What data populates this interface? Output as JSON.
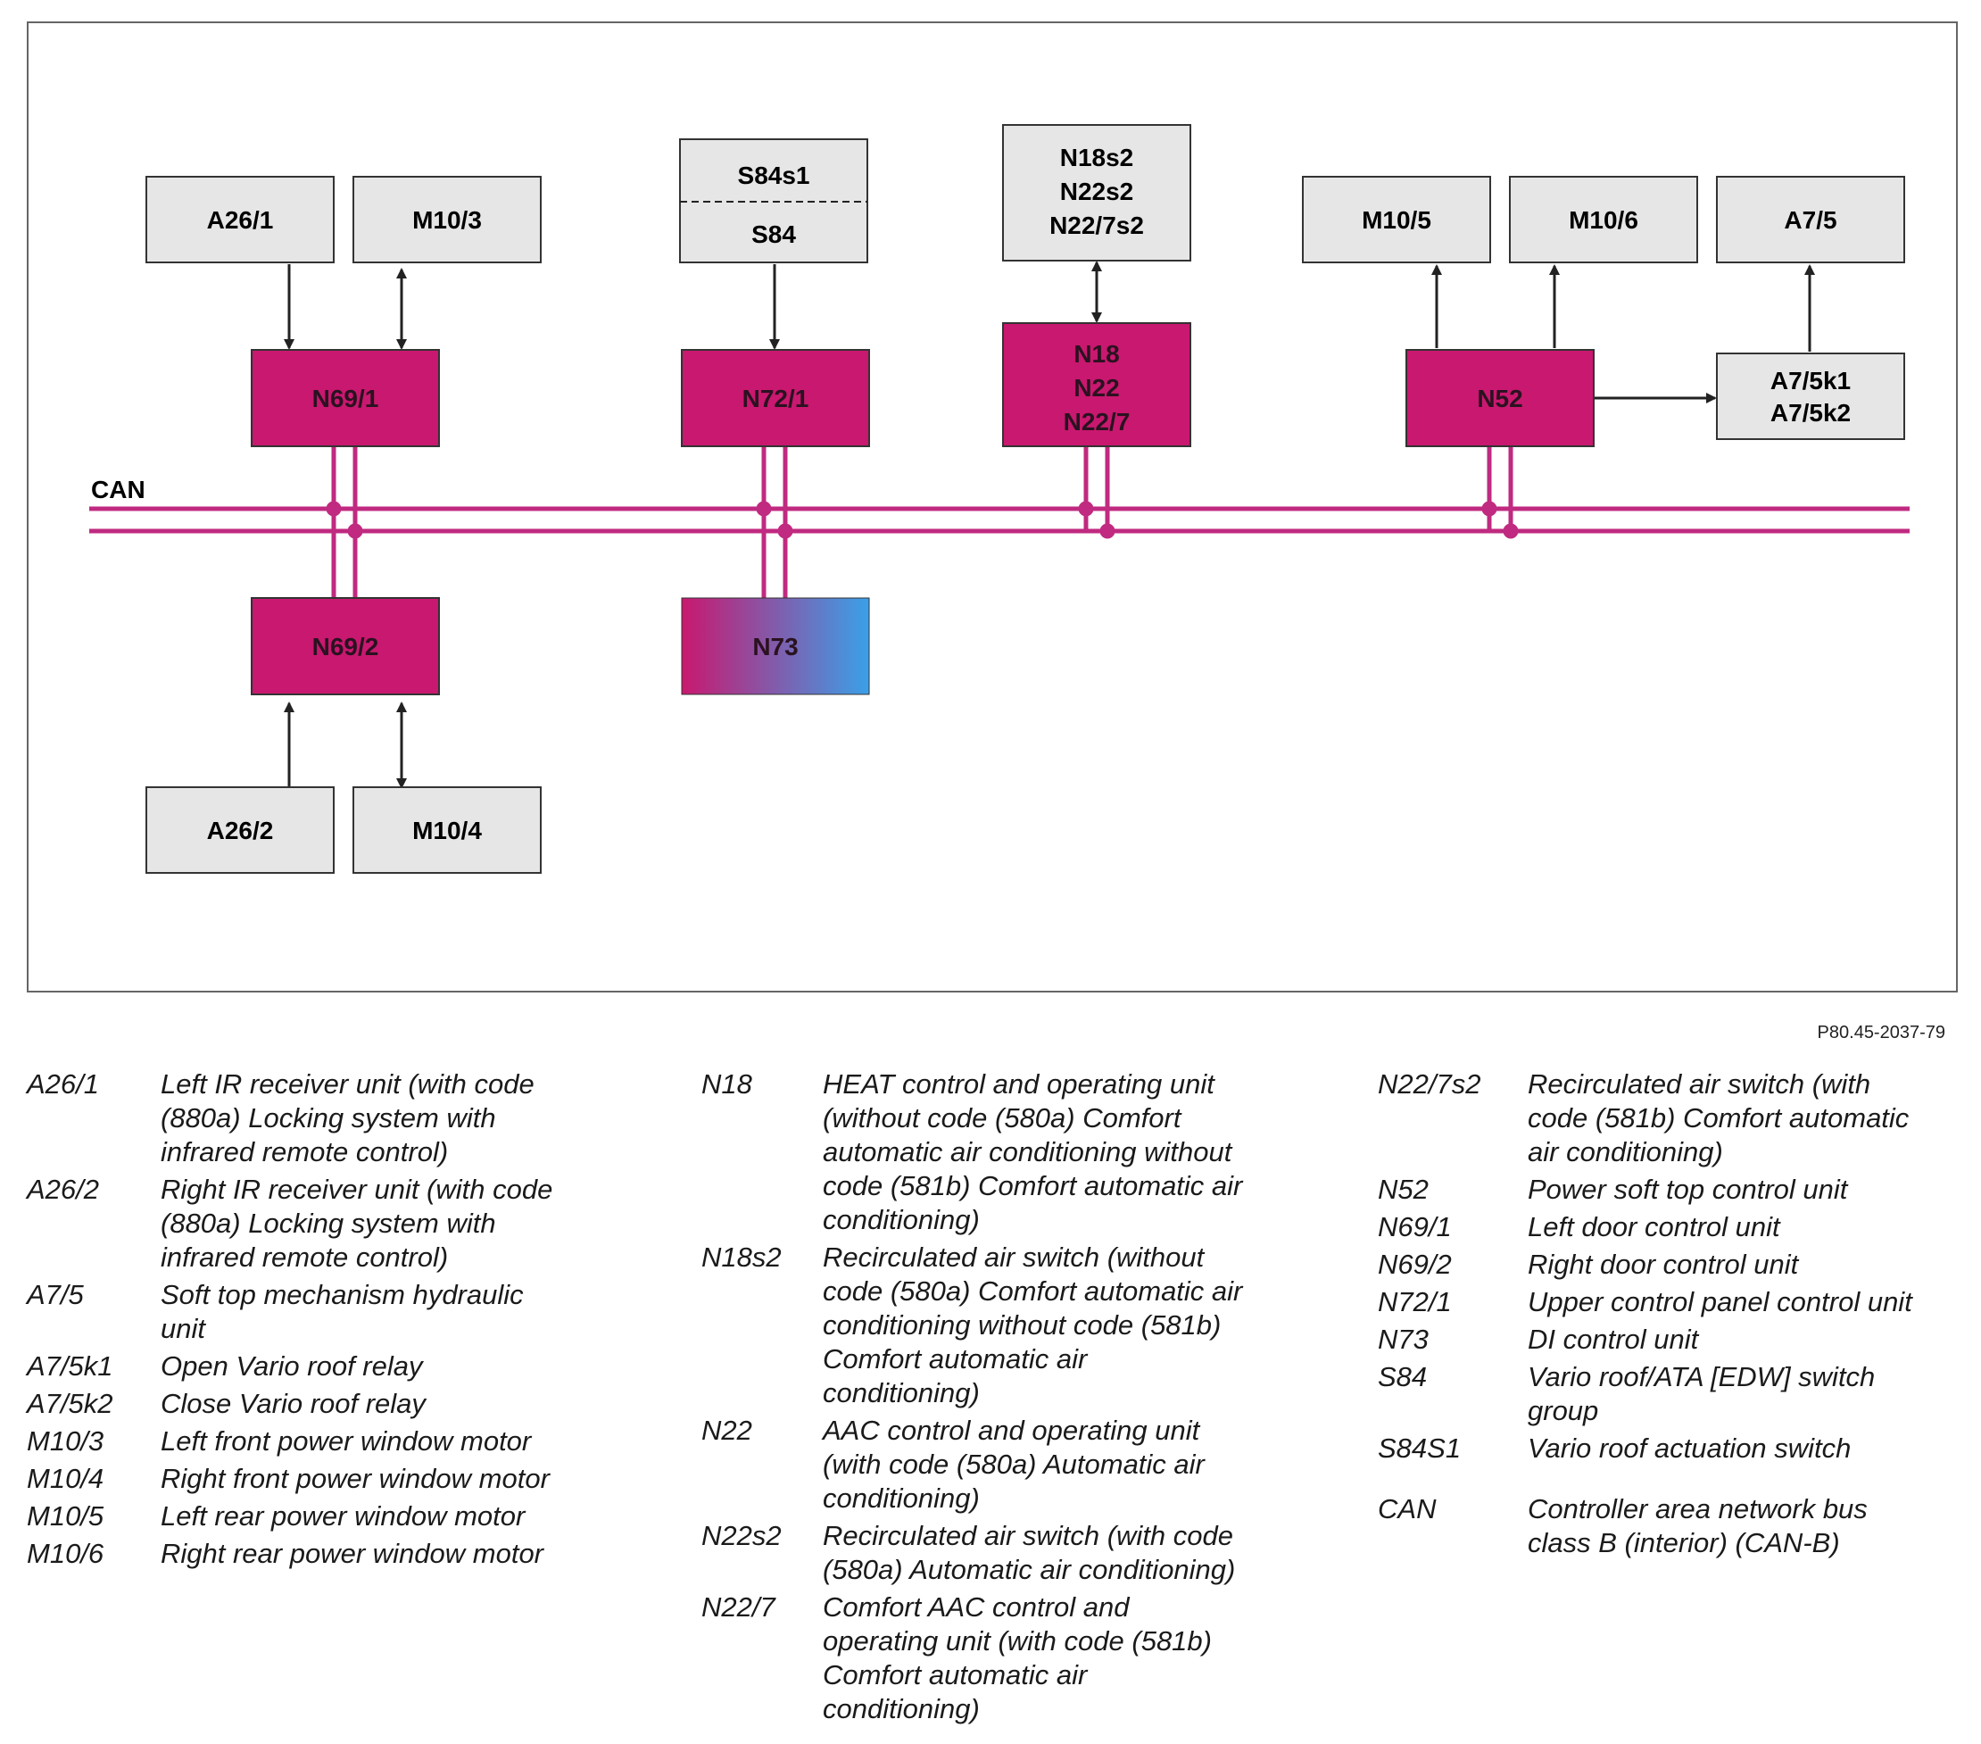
{
  "diagram": {
    "bus_label": "CAN",
    "figure_ref": "P80.45-2037-79",
    "colors": {
      "module_fill": "#c9186f",
      "module_stroke": "#333333",
      "component_fill": "#e6e6e6",
      "bus_color": "#c02a80",
      "gradient_end": "#3aa0e8"
    },
    "components": {
      "a26_1": "A26/1",
      "m10_3": "M10/3",
      "s84s1": "S84s1",
      "s84": "S84",
      "n18s2_group": [
        "N18s2",
        "N22s2",
        "N22/7s2"
      ],
      "m10_5": "M10/5",
      "m10_6": "M10/6",
      "a7_5": "A7/5",
      "a7_5k_group": [
        "A7/5k1",
        "A7/5k2"
      ],
      "a26_2": "A26/2",
      "m10_4": "M10/4"
    },
    "modules": {
      "n69_1": "N69/1",
      "n72_1": "N72/1",
      "n18_group": [
        "N18",
        "N22",
        "N22/7"
      ],
      "n52": "N52",
      "n69_2": "N69/2",
      "n73": "N73"
    }
  },
  "legend": {
    "col1": [
      {
        "code": "A26/1",
        "desc": "Left IR receiver unit (with code\n(880a) Locking system with\ninfrared remote control)"
      },
      {
        "code": "A26/2",
        "desc": "Right IR receiver unit (with code\n(880a) Locking system with\ninfrared remote control)"
      },
      {
        "code": "A7/5",
        "desc": "Soft top mechanism hydraulic\nunit"
      },
      {
        "code": "A7/5k1",
        "desc": "Open Vario roof relay"
      },
      {
        "code": "A7/5k2",
        "desc": "Close Vario roof relay"
      },
      {
        "code": "M10/3",
        "desc": "Left front power window motor"
      },
      {
        "code": "M10/4",
        "desc": "Right front power window motor"
      },
      {
        "code": "M10/5",
        "desc": "Left rear power window motor"
      },
      {
        "code": "M10/6",
        "desc": "Right rear power window motor"
      }
    ],
    "col2": [
      {
        "code": "N18",
        "desc": "HEAT control and operating unit\n(without code (580a) Comfort\nautomatic air conditioning without\ncode (581b) Comfort automatic air\nconditioning)"
      },
      {
        "code": "N18s2",
        "desc": "Recirculated air switch (without\ncode (580a) Comfort automatic air\nconditioning without code (581b)\nComfort automatic air\nconditioning)"
      },
      {
        "code": "N22",
        "desc": "AAC control and operating unit\n(with code (580a) Automatic air\nconditioning)"
      },
      {
        "code": "N22s2",
        "desc": "Recirculated air switch (with code\n(580a) Automatic air conditioning)"
      },
      {
        "code": "N22/7",
        "desc": "Comfort AAC control and\noperating unit (with code (581b)\nComfort automatic air\nconditioning)"
      }
    ],
    "col3": [
      {
        "code": "N22/7s2",
        "desc": "Recirculated air switch (with\ncode (581b) Comfort automatic\nair conditioning)"
      },
      {
        "code": "N52",
        "desc": "Power soft top control unit"
      },
      {
        "code": "N69/1",
        "desc": "Left door control unit"
      },
      {
        "code": "N69/2",
        "desc": "Right door control unit"
      },
      {
        "code": "N72/1",
        "desc": "Upper control panel control unit"
      },
      {
        "code": "N73",
        "desc": "DI control unit"
      },
      {
        "code": "S84",
        "desc": "Vario roof/ATA [EDW] switch\ngroup"
      },
      {
        "code": "S84S1",
        "desc": "Vario roof actuation switch"
      },
      {
        "code": "CAN",
        "desc": "Controller area network bus\nclass B (interior) (CAN-B)"
      }
    ]
  }
}
